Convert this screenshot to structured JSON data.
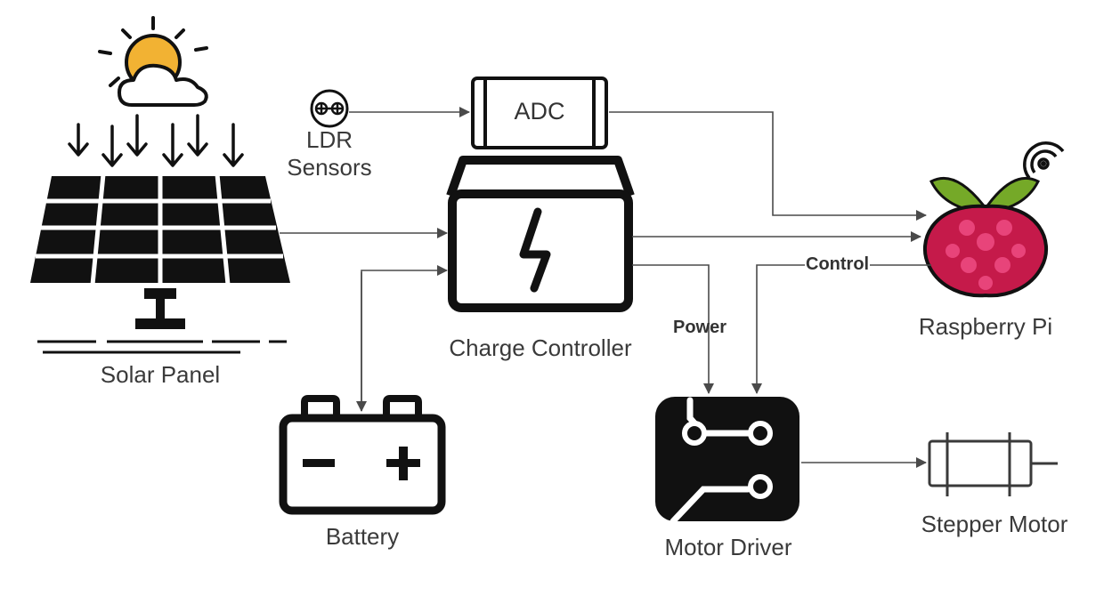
{
  "components": {
    "solar_panel": "Solar Panel",
    "ldr_line1": "LDR",
    "ldr_line2": "Sensors",
    "adc": "ADC",
    "charge_controller": "Charge Controller",
    "raspberry_pi": "Raspberry Pi",
    "battery": "Battery",
    "motor_driver": "Motor Driver",
    "stepper_motor": "Stepper Motor"
  },
  "connections": {
    "power": "Power",
    "control": "Control"
  },
  "colors": {
    "line": "#4a4a4a",
    "icon": "#111111",
    "sun": "#f2b233",
    "raspberry": "#c51a4a",
    "leaf": "#75a928"
  }
}
